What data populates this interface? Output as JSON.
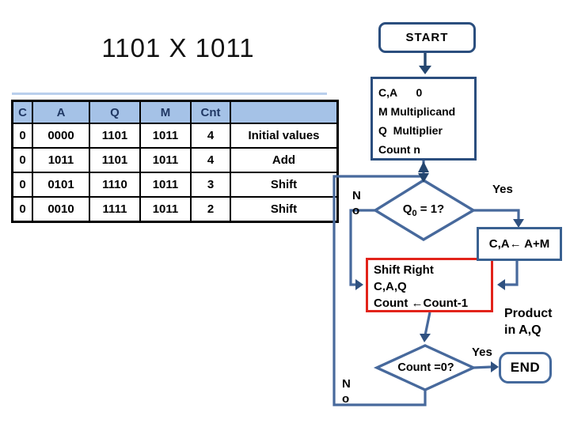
{
  "title": "1101 X 1011",
  "table": {
    "headers": [
      "C",
      "A",
      "Q",
      "M",
      "Cnt",
      ""
    ],
    "rows": [
      [
        "0",
        "0000",
        "1101",
        "1011",
        "4",
        "Initial values"
      ],
      [
        "0",
        "1011",
        "1101",
        "1011",
        "4",
        "Add"
      ],
      [
        "0",
        "0101",
        "1110",
        "1011",
        "3",
        "Shift"
      ],
      [
        "0",
        "0010",
        "1111",
        "1011",
        "2",
        "Shift"
      ]
    ]
  },
  "flow": {
    "start_label": "START",
    "init_box": {
      "line1": "C,A      0",
      "line2": "M Multiplicand",
      "line3": "Q  Multiplier",
      "line4": "Count n"
    },
    "decision1": {
      "base": "Q",
      "sub": "0",
      "rest": " = 1?"
    },
    "yes_label_top": "Yes",
    "no_label_top": {
      "line1": "N",
      "line2": "o"
    },
    "add_box_label": "C,A← A+M",
    "shift_box": {
      "line1": "Shift Right",
      "line2": "C,A,Q",
      "line3": "Count ←Count-1"
    },
    "product_note": {
      "line1": "Product",
      "line2": "in A,Q"
    },
    "decision2": "Count =0?",
    "yes_label_bottom": "Yes",
    "end_label": "END",
    "no_label_bottom": {
      "line1": "N",
      "line2": "o"
    }
  },
  "colors": {
    "flow_line": "#47699C",
    "dark_box_border": "#2B4E7E",
    "arrowhead": "#24466F",
    "highlight_red": "#E2231A",
    "table_header_fill": "#A5C2E7",
    "table_header_text": "#203864"
  }
}
